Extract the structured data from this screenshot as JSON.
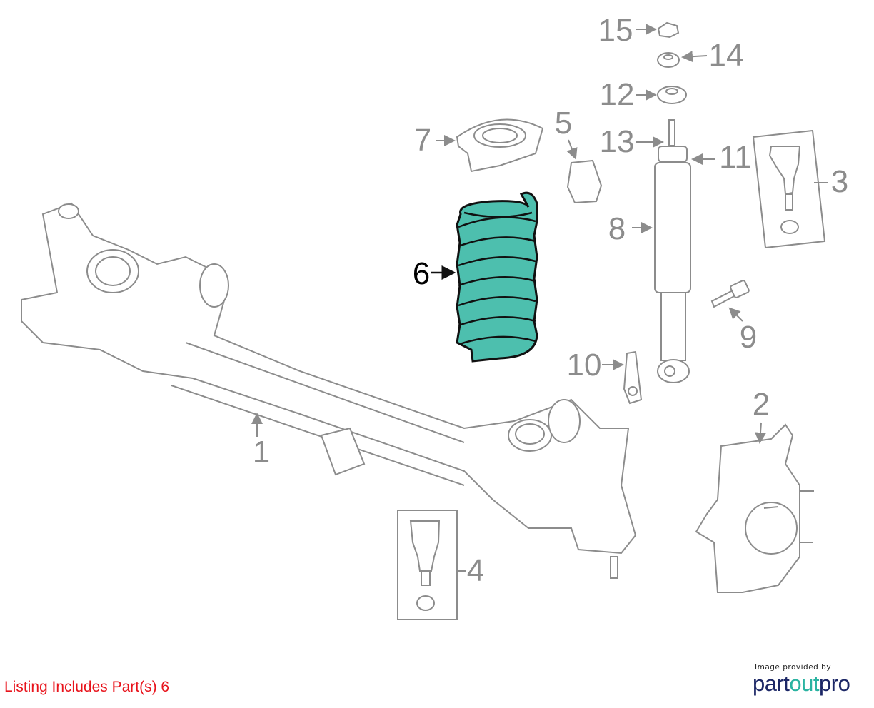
{
  "diagram": {
    "callouts": [
      {
        "id": "1",
        "label": "1"
      },
      {
        "id": "2",
        "label": "2"
      },
      {
        "id": "3",
        "label": "3"
      },
      {
        "id": "4",
        "label": "4"
      },
      {
        "id": "5",
        "label": "5"
      },
      {
        "id": "6",
        "label": "6"
      },
      {
        "id": "7",
        "label": "7"
      },
      {
        "id": "8",
        "label": "8"
      },
      {
        "id": "9",
        "label": "9"
      },
      {
        "id": "10",
        "label": "10"
      },
      {
        "id": "11",
        "label": "11"
      },
      {
        "id": "12",
        "label": "12"
      },
      {
        "id": "13",
        "label": "13"
      },
      {
        "id": "14",
        "label": "14"
      },
      {
        "id": "15",
        "label": "15"
      }
    ],
    "highlighted_part": "6",
    "highlight_color": "#4dbfae"
  },
  "caption": "Listing Includes Part(s) 6",
  "caption_color": "#e8141c",
  "logo": {
    "tagline": "Image provided by",
    "brand_a": "part",
    "brand_b": "out",
    "brand_c": "pro",
    "navy": "#1c2766",
    "teal": "#2ab3a1"
  }
}
